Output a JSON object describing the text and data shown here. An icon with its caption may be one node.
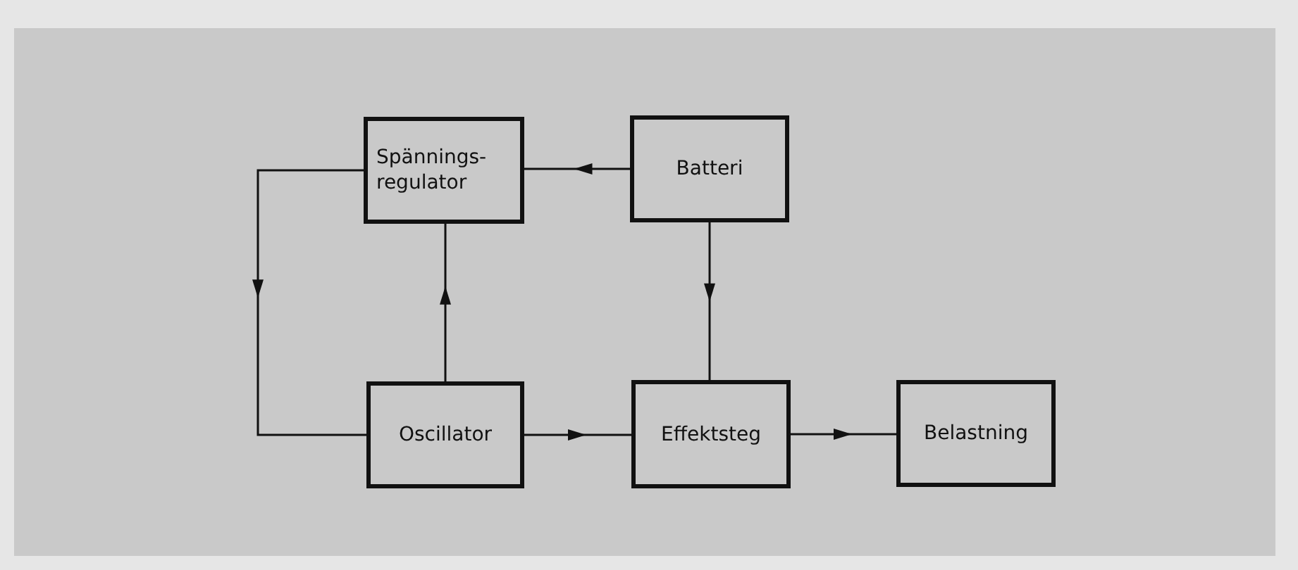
{
  "diagram": {
    "nodes": [
      {
        "text": [
          "Spännings-regulator"
        ]
      },
      {
        "text": [
          "Batteri"
        ]
      },
      {
        "text": [
          "Oscillator"
        ]
      },
      {
        "text": [
          "Effektsteg"
        ]
      },
      {
        "text": [
          "Belastning"
        ]
      }
    ],
    "edges": [
      {
        "from": 1,
        "to": 0,
        "arrow": "to"
      },
      {
        "from": 0,
        "to": 2,
        "arrow": "to"
      },
      {
        "from": 2,
        "to": 0,
        "arrow": "to"
      },
      {
        "from": 1,
        "to": 3,
        "arrow": "to"
      },
      {
        "from": 2,
        "to": 3,
        "arrow": "to"
      },
      {
        "from": 3,
        "to": 4,
        "arrow": "to"
      }
    ]
  }
}
